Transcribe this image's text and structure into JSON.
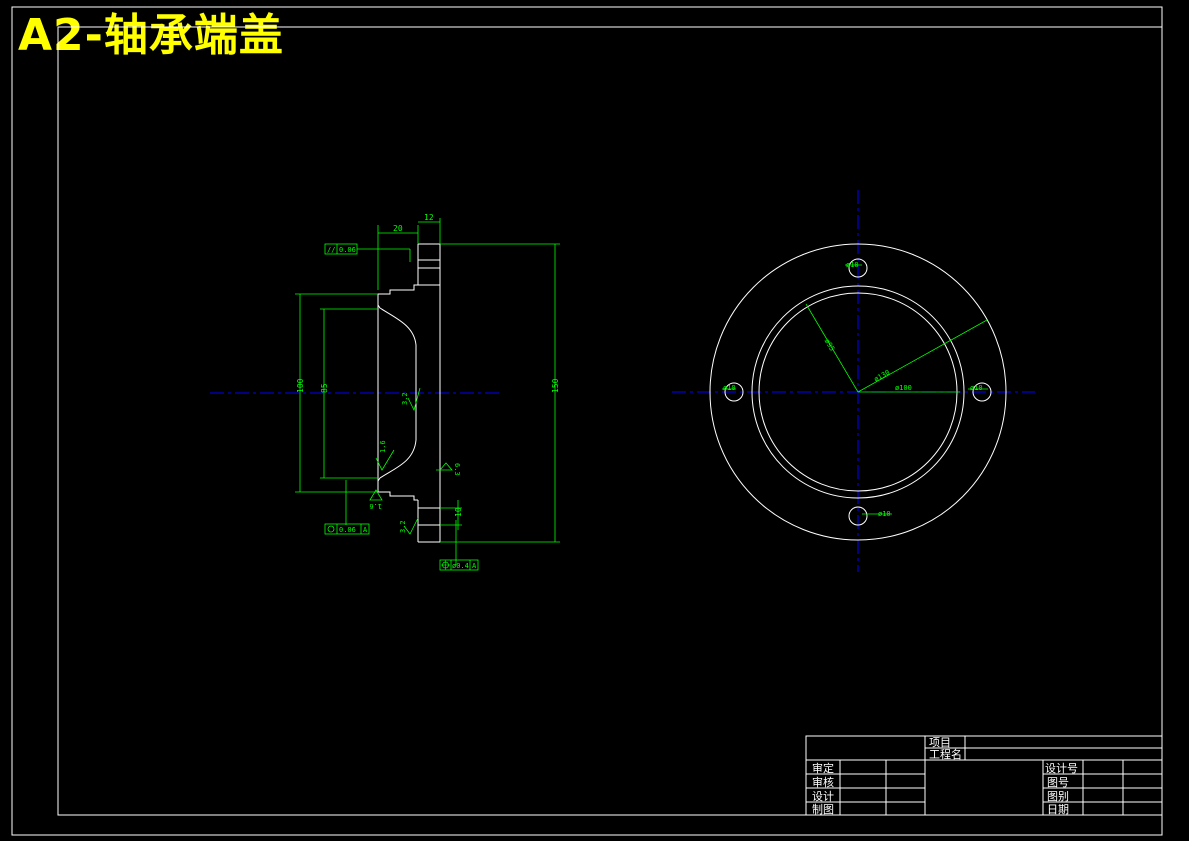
{
  "title": "A2-轴承端盖",
  "colors": {
    "background": "#000000",
    "outline": "#ffffff",
    "dimension": "#00ff00",
    "centerline": "#0000ff",
    "title": "#ffff00"
  },
  "section_view": {
    "dim_20": "20",
    "dim_12": "12",
    "parallelism": "//",
    "parallelism_tol": "0.06",
    "dim_100": "100",
    "dim_85": "85",
    "dim_150": "150",
    "dim_10": "10",
    "rough_32a": "3.2",
    "rough_16a": "1.6",
    "rough_16b": "1.6",
    "rough_63": "6.3",
    "rough_32b": "3.2",
    "circularity_tol": "0.06",
    "datum_a1": "A",
    "position_tol": "ø0.4",
    "datum_a2": "A"
  },
  "end_view": {
    "hole_top": "ø10",
    "hole_left": "ø10",
    "hole_right": "ø10",
    "hole_bottom": "ø10",
    "dia_inner": "ø95",
    "dia_bolt": "ø130",
    "dia_100": "ø100"
  },
  "title_block": {
    "project": "项目",
    "project_name": "工程名",
    "approve": "审定",
    "review": "审核",
    "design": "设计",
    "draw": "制图",
    "design_no": "设计号",
    "drawing_no": "图号",
    "drawing_type": "图别",
    "date": "日期"
  }
}
